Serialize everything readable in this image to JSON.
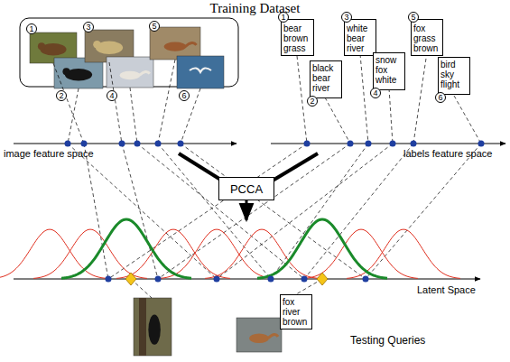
{
  "diagram": {
    "title": "Training Dataset",
    "nodes": [
      {
        "text": [
          "1",
          "bear brown grass"
        ]
      },
      {
        "text": [
          "2",
          "black bear river"
        ]
      },
      {
        "text": [
          "3",
          "white bear river"
        ]
      },
      {
        "text": [
          "4",
          "snow fox white"
        ]
      },
      {
        "text": [
          "5",
          "fox grass brown"
        ]
      },
      {
        "text": [
          "6",
          "bird sky flight"
        ]
      },
      {
        "text": [
          "PCCA"
        ]
      },
      {
        "text": [
          "fox river brown"
        ]
      }
    ],
    "labels": [
      "1",
      "2",
      "3",
      "4",
      "5",
      "6",
      "image feature space",
      "labels feature space",
      "Latent Space",
      "Testing Queries"
    ]
  }
}
